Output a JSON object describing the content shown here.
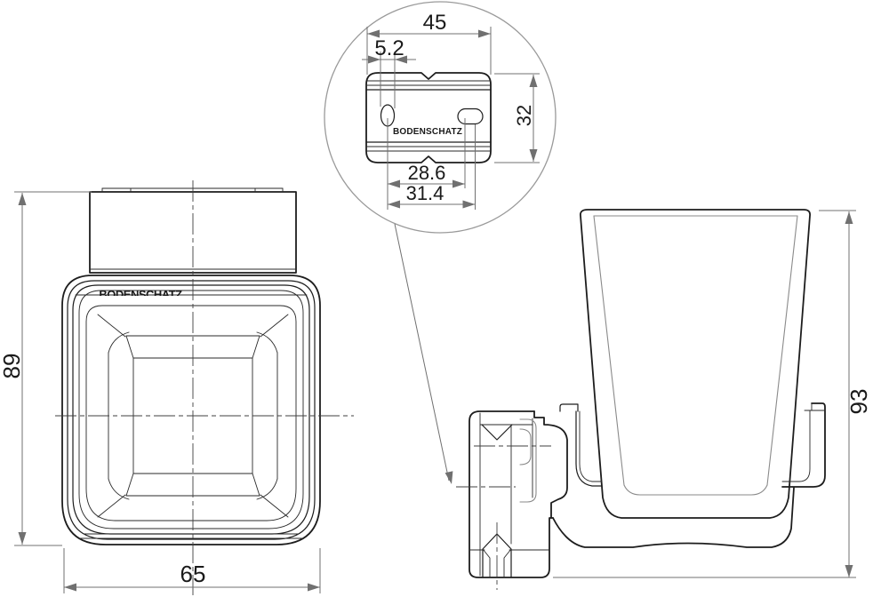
{
  "drawing": {
    "title": "Tumbler holder technical drawing",
    "brand": "BODENSCHATZ",
    "detail_view": {
      "width": "45",
      "slot_width": "5.2",
      "height": "32",
      "hole_spacing": "28.6",
      "hole_span": "31.4"
    },
    "front_view": {
      "height": "89",
      "width": "65"
    },
    "side_view": {
      "height": "93"
    }
  },
  "colors": {
    "line": "#1d1d1d",
    "dimension": "#707070",
    "inner_line": "#8a8a8a",
    "background": "#ffffff"
  }
}
